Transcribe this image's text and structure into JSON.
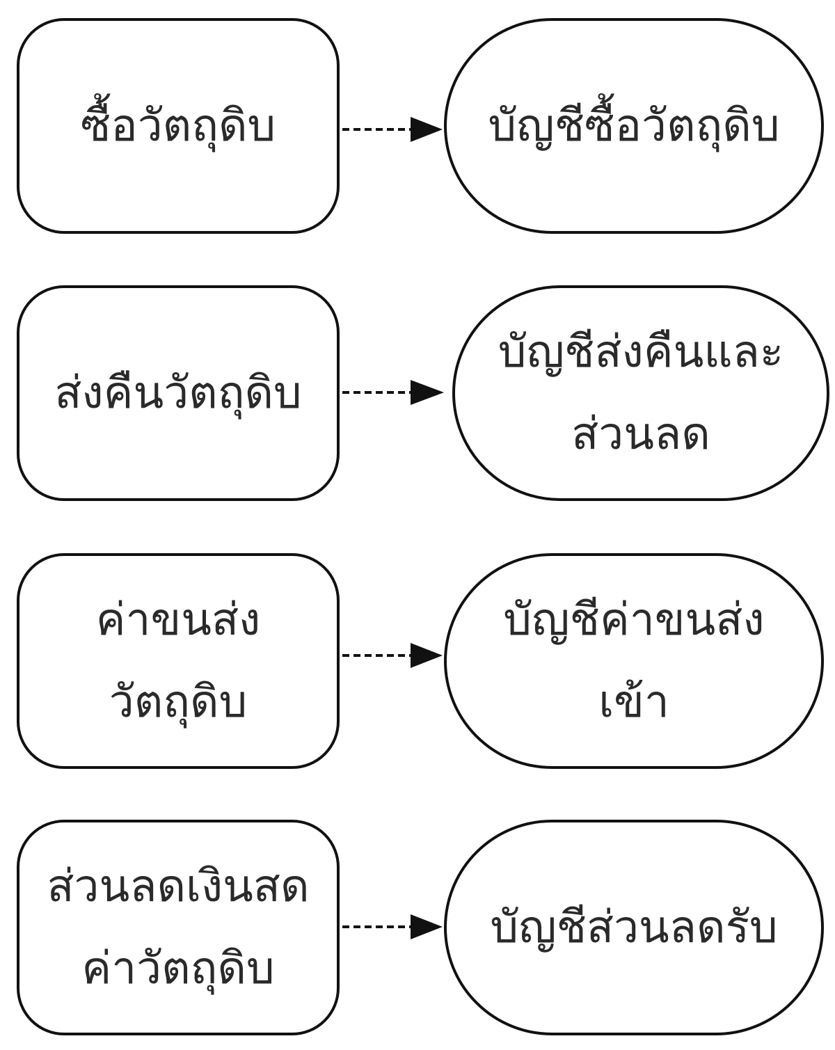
{
  "diagram": {
    "rows": [
      {
        "source": "ซื้อวัตถุดิบ",
        "target": "บัญชีซื้อวัตถุดิบ"
      },
      {
        "source": "ส่งคืนวัตถุดิบ",
        "target": "บัญชีส่งคืนและ\nส่วนลด"
      },
      {
        "source": "ค่าขนส่ง\nวัตถุดิบ",
        "target": "บัญชีค่าขนส่ง\nเข้า"
      },
      {
        "source": "ส่วนลดเงินสด\nค่าวัตถุดิบ",
        "target": "บัญชีส่วนลดรับ"
      }
    ]
  }
}
